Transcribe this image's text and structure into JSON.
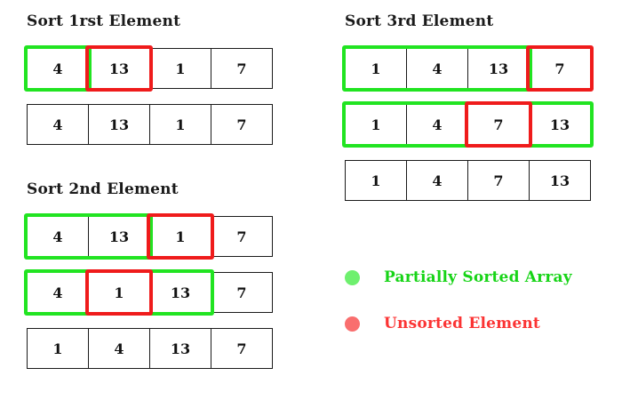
{
  "colors": {
    "sorted_green": "#21e421",
    "unsorted_red": "#ef1b1b",
    "legend_green_dot": "#6ef06e",
    "legend_red_dot": "#f96e6e",
    "legend_green_text": "#17d417",
    "legend_red_text": "#fb3434"
  },
  "sections": [
    {
      "title": "Sort 1rst Element",
      "rows": [
        {
          "values": [
            "4",
            "13",
            "1",
            "7"
          ],
          "green_span": [
            0,
            0
          ],
          "red_index": 1
        },
        {
          "values": [
            "4",
            "13",
            "1",
            "7"
          ]
        }
      ]
    },
    {
      "title": "Sort 2nd Element",
      "rows": [
        {
          "values": [
            "4",
            "13",
            "1",
            "7"
          ],
          "green_span": [
            0,
            1
          ],
          "red_index": 2
        },
        {
          "values": [
            "4",
            "1",
            "13",
            "7"
          ],
          "green_span": [
            0,
            2
          ],
          "red_index": 1
        },
        {
          "values": [
            "1",
            "4",
            "13",
            "7"
          ]
        }
      ]
    },
    {
      "title": "Sort 3rd Element",
      "rows": [
        {
          "values": [
            "1",
            "4",
            "13",
            "7"
          ],
          "green_span": [
            0,
            2
          ],
          "red_index": 3
        },
        {
          "values": [
            "1",
            "4",
            "7",
            "13"
          ],
          "green_span": [
            0,
            3
          ],
          "red_index": 2
        },
        {
          "values": [
            "1",
            "4",
            "7",
            "13"
          ]
        }
      ]
    }
  ],
  "legend": [
    {
      "label": "Partially Sorted Array",
      "type": "green"
    },
    {
      "label": "Unsorted Element",
      "type": "red"
    }
  ]
}
